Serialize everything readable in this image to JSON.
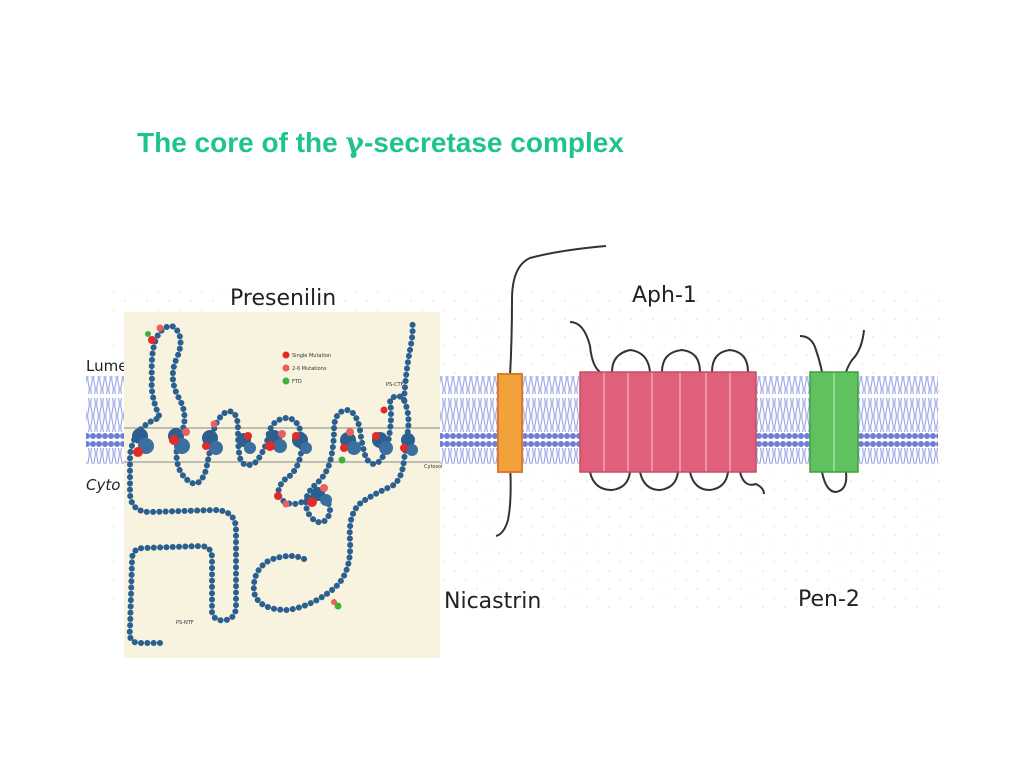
{
  "title": {
    "prefix": "The core of the ",
    "gamma": "γ",
    "suffix": "-secretase complex"
  },
  "labels": {
    "presenilin": "Presenilin",
    "aph1": "Aph-1",
    "nicastrin": "Nicastrin",
    "pen2": "Pen-2",
    "lumen": "Lume",
    "cyto": "Cyto"
  },
  "presenilin_panel": {
    "legend": [
      "Single Mutation",
      "2-6 Mutations",
      "FTD"
    ],
    "ps_ctf": "PS-CTF",
    "ps_ntf": "PS-NTF",
    "cytosol": "Cytosol"
  },
  "colors": {
    "title": "#1ec38f",
    "bilayer": "#6f7fd6",
    "nicastrin_tm": "#f2a23a",
    "aph1_tm": "#e0607c",
    "pen2_tm": "#5fc25f",
    "residue": "#2a5f8f",
    "mutation_single": "#e02b2b",
    "mutation_multi": "#e86060",
    "ftd": "#3bb33b"
  }
}
